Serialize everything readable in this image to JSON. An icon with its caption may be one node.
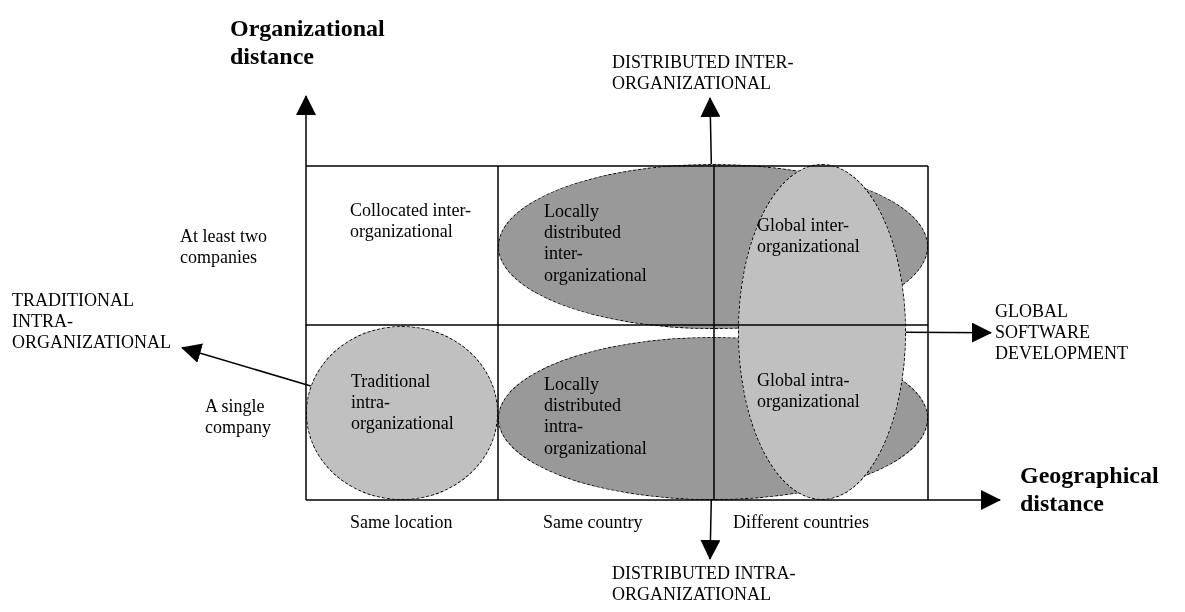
{
  "diagram": {
    "nodes": [
      {
        "text": [
          "DISTRIBUTED INTER-ORGANIZATIONAL"
        ]
      },
      {
        "text": [
          "Locally distributed inter-organizational"
        ]
      },
      {
        "text": [
          "Global inter-organizational",
          "Global intra-organizational"
        ]
      },
      {
        "text": [
          "GLOBAL SOFTWARE DEVELOPMENT"
        ]
      },
      {
        "text": [
          "TRADITIONAL INTRA-ORGANIZATIONAL"
        ]
      },
      {
        "text": [
          "Traditional intra-organizational"
        ]
      },
      {
        "text": [
          "Locally distributed intra-organizational"
        ]
      },
      {
        "text": [
          "DISTRIBUTED INTRA-ORGANIZATIONAL"
        ]
      }
    ],
    "edges": [
      {
        "from": 1,
        "to": 0,
        "arrow": "to"
      },
      {
        "from": 2,
        "to": 3,
        "arrow": "to"
      },
      {
        "from": 5,
        "to": 4,
        "arrow": "to"
      },
      {
        "from": 6,
        "to": 7,
        "arrow": "to"
      }
    ],
    "labels": [
      "Organizational distance",
      "Collocated inter-organizational",
      "At least two companies",
      "A single company",
      "Geographical distance",
      "Same location",
      "Same country",
      "Different countries"
    ]
  }
}
